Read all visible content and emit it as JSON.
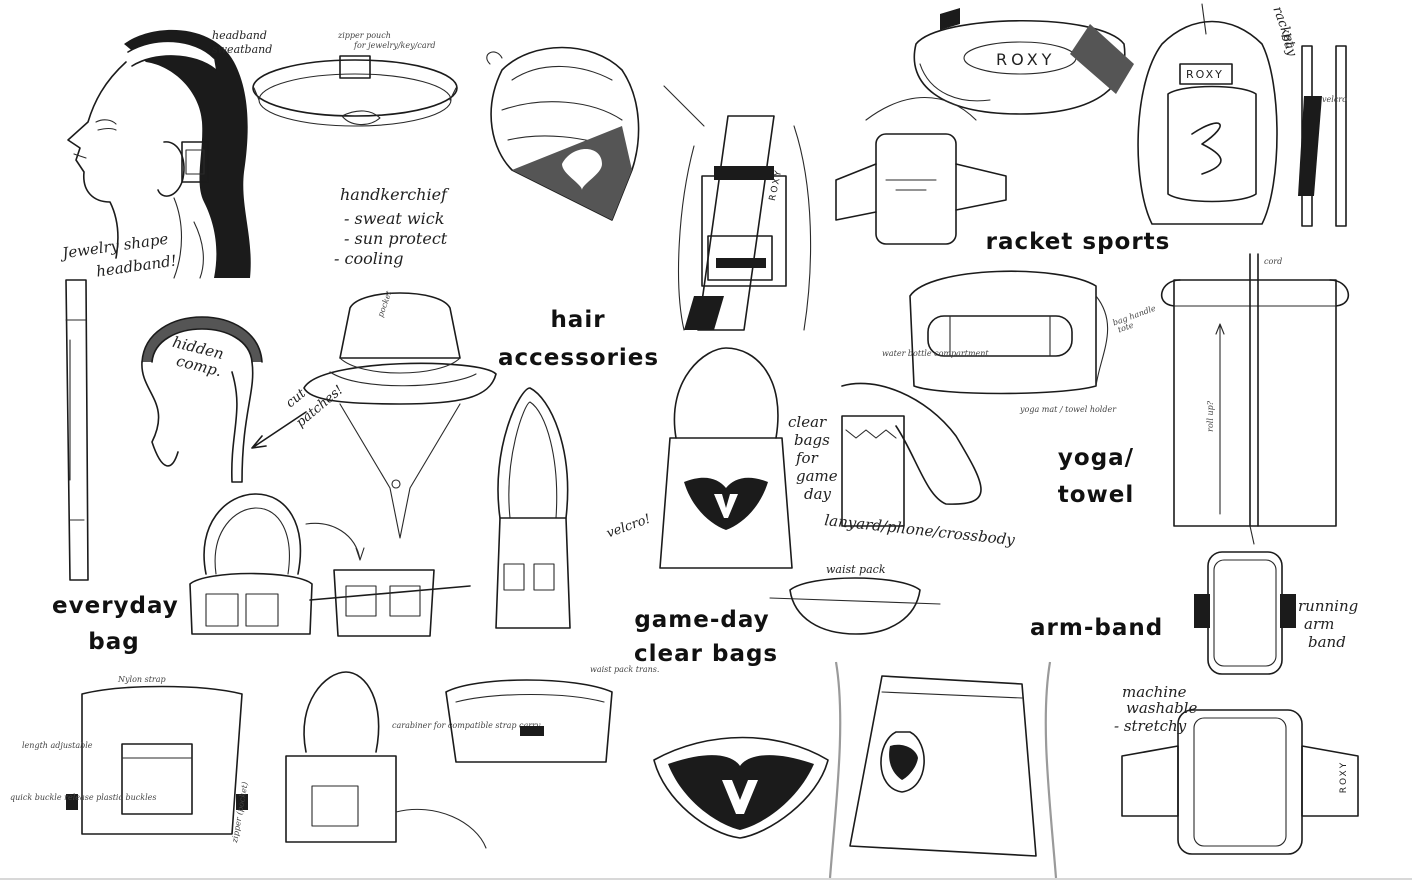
{
  "categories": {
    "hair": {
      "line1": "hair",
      "line2": "accessories"
    },
    "racket": {
      "text": "racket sports"
    },
    "yoga": {
      "line1": "yoga/",
      "line2": "towel"
    },
    "everyday": {
      "line1": "everyday",
      "line2": "bag"
    },
    "gameday": {
      "line1": "game-day",
      "line2": "clear bags"
    },
    "armband": {
      "text": "arm-band"
    }
  },
  "notes": {
    "headband": "headband",
    "sweatband": "sweatband",
    "zipper_pouch": "zipper pouch",
    "for_jewelry": "for jewelry/key/card",
    "jewelry_shape_1": "Jewelry shape",
    "jewelry_shape_2": "headband!",
    "handkerchief": "handkerchief",
    "sweat_wick": "- sweat wick",
    "sun_protect": "- sun protect",
    "cooling": "- cooling",
    "hidden_comp_1": "hidden",
    "hidden_comp_2": "comp.",
    "cut_patches_1": "cut",
    "cut_patches_2": "patches!",
    "pocket": "pocket",
    "clear_bags_1": "clear",
    "clear_bags_2": "bags",
    "clear_bags_3": "for",
    "clear_bags_4": "game",
    "clear_bags_5": "day",
    "lanyard": "lanyard/phone/crossbody",
    "waist_pack": "waist pack",
    "velcro": "velcro!",
    "racket_bag_1": "racket",
    "racket_bag_2": "bay",
    "velcro_small": "velcro",
    "bag_handle_tote_1": "bag handle",
    "bag_handle_tote_2": "tote",
    "water_bottle": "water bottle compartment",
    "yoga_mat_holder": "yoga mat / towel holder",
    "roll_up": "roll up?",
    "cord": "cord",
    "running_1": "running",
    "running_2": "arm",
    "running_3": "band",
    "machine_1": "machine",
    "machine_2": "washable",
    "stretchy": "- stretchy",
    "nylon_strap": "Nylon strap",
    "length_adjustable": "length adjustable",
    "quick_release": "quick buckle release plastic buckles",
    "zipper_pocket": "zipper (pocket)",
    "carabiner": "carabiner for compatible strap carry",
    "waist_pack_trans": "waist pack trans."
  },
  "brands": {
    "roxy": "ROXY",
    "roxy_upper": "ROXY"
  },
  "colors": {
    "ink": "#1b1b1b",
    "gray_fill": "#555555",
    "background": "#ffffff"
  }
}
